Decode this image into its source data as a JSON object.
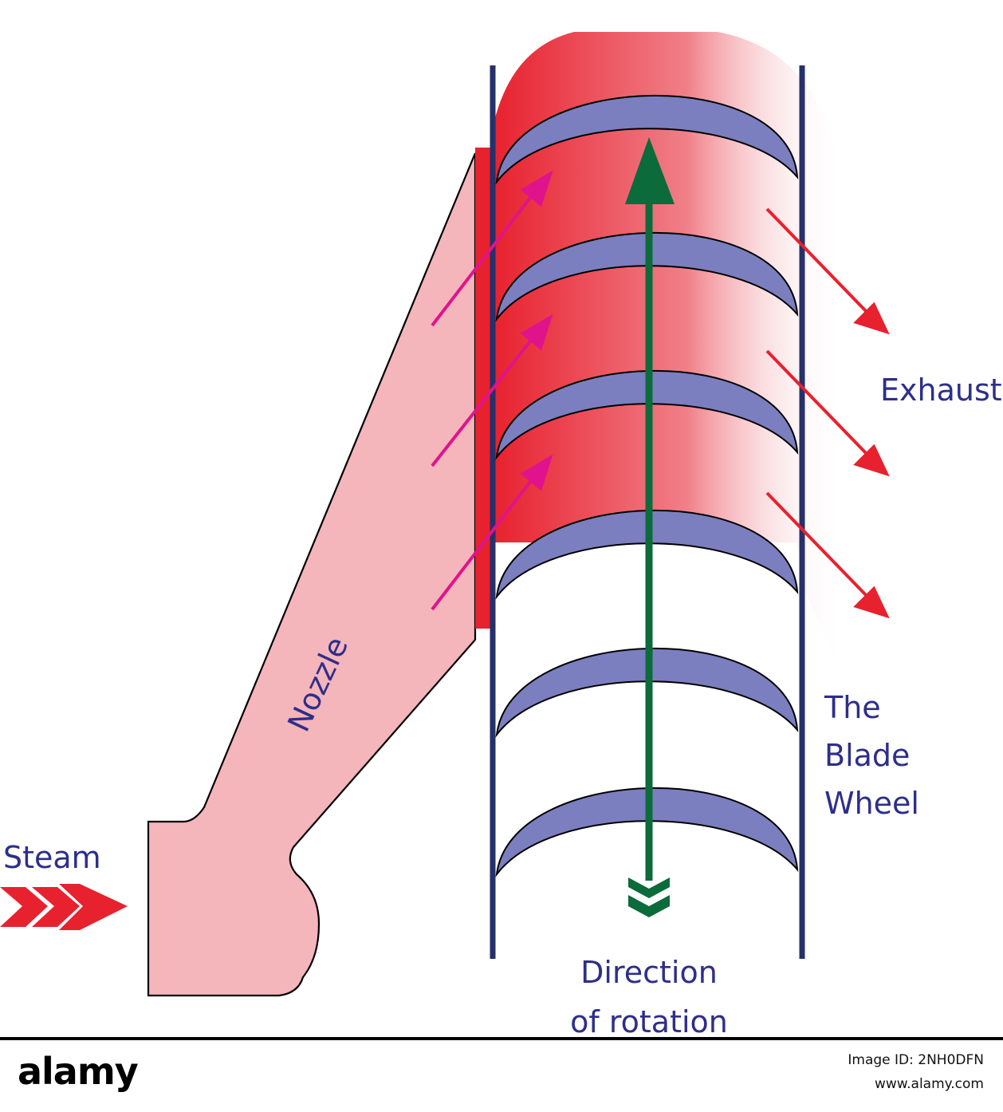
{
  "labels": {
    "steam": "Steam",
    "nozzle": "Nozzle",
    "exhaust": "Exhaust",
    "blade_wheel": [
      "The",
      "Blade",
      "Wheel"
    ],
    "direction": [
      "Direction",
      "of rotation"
    ]
  },
  "watermark": {
    "brand": "alamy",
    "image_id": "Image ID: 2NH0DFN",
    "site": "www.alamy.com"
  },
  "colors": {
    "label_text": "#2e2e8a",
    "nozzle_fill": "#f4b5bb",
    "steam_red": "#e8212e",
    "jet_magenta": "#e0138c",
    "blade_fill": "#7b7fbf",
    "wheel_rail": "#26306a",
    "rotation_arrow": "#0c6b3a"
  }
}
